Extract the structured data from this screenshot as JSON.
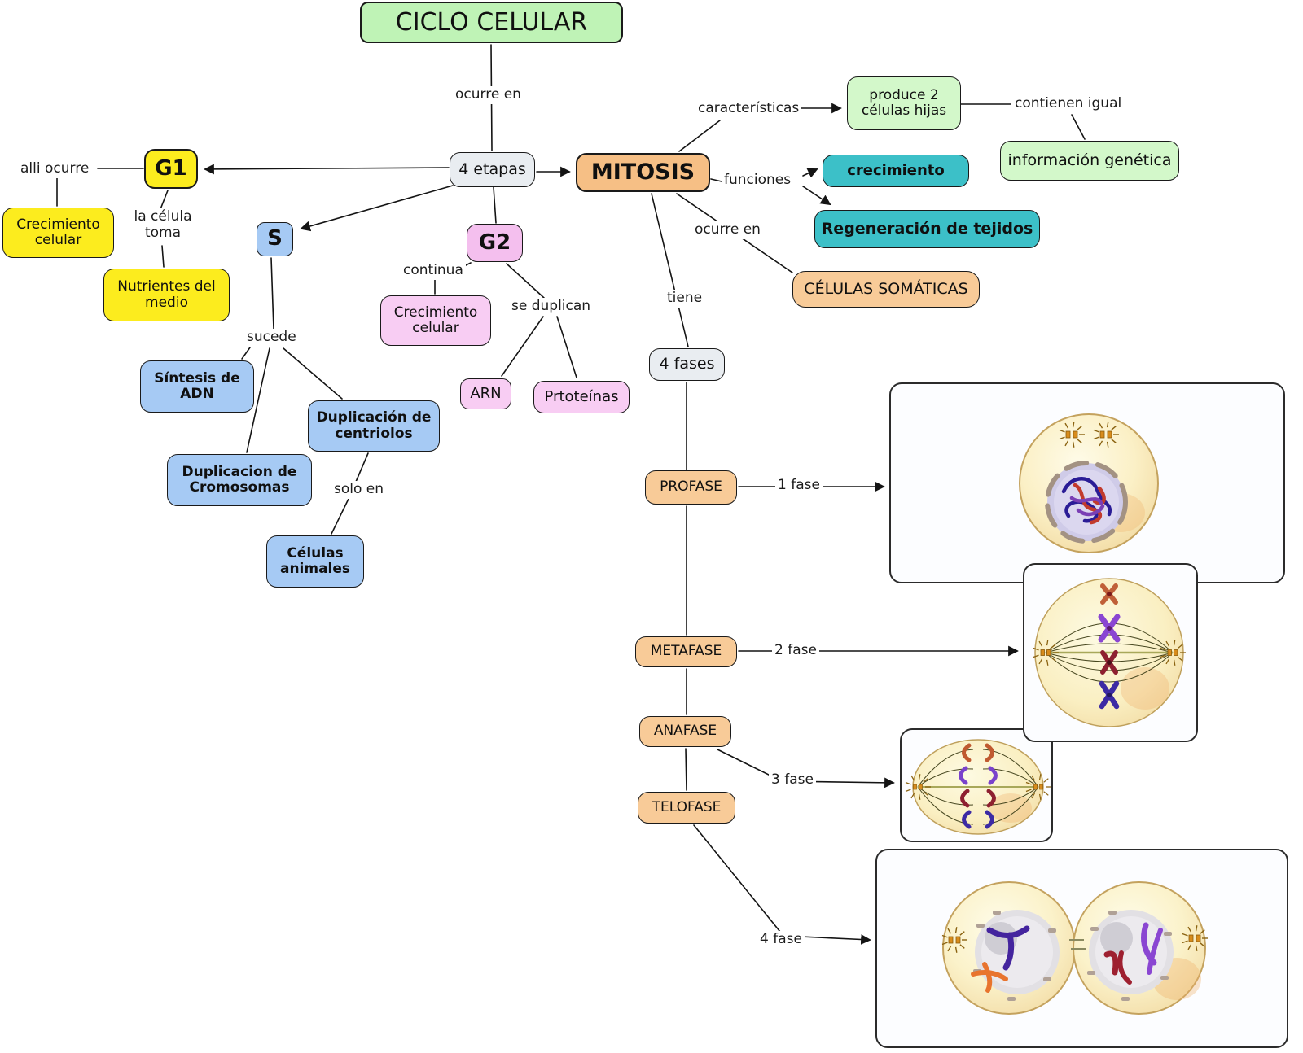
{
  "title": "CICLO CELULAR",
  "nodes": {
    "ciclo_celular": "CICLO CELULAR",
    "cuatro_etapas": "4 etapas",
    "mitosis": "MITOSIS",
    "g1": "G1",
    "s": "S",
    "g2": "G2",
    "crecimiento_celular_g1": "Crecimiento celular",
    "nutrientes_del_medio": "Nutrientes del medio",
    "sintesis_de_adn": "Síntesis de ADN",
    "duplicacion_de_centriolos": "Duplicación de centriolos",
    "duplicacion_de_cromosomas": "Duplicacion de Cromosomas",
    "celulas_animales": "Células animales",
    "crecimiento_celular_g2": "Crecimiento celular",
    "arn": "ARN",
    "prtoteinas": "Prtoteínas",
    "produce_2_celulas_hijas": "produce 2 células hijas",
    "informacion_genetica": "información genética",
    "crecimiento": "crecimiento",
    "regeneracion_de_tejidos": "Regeneración de tejidos",
    "celulas_somaticas": "CÉLULAS SOMÁTICAS",
    "cuatro_fases": "4 fases",
    "profase": "PROFASE",
    "metafase": "METAFASE",
    "anafase": "ANAFASE",
    "telofase": "TELOFASE"
  },
  "edge_labels": {
    "ocurre_en_etapas": "ocurre en",
    "alli_ocurre": "alli ocurre",
    "la_celula_toma": "la célula toma",
    "sucede": "sucede",
    "solo_en": "solo en",
    "continua": "continua",
    "se_duplican": "se duplican",
    "caracteristicas": "características",
    "contienen_igual": "contienen igual",
    "funciones": "funciones",
    "ocurre_en_somaticas": "ocurre en",
    "tiene": "tiene",
    "fase_1": "1 fase",
    "fase_2": "2 fase",
    "fase_3": "3 fase",
    "fase_4": "4 fase"
  },
  "colors": {
    "title_green": "#bff3b6",
    "light_green": "#d3f8ca",
    "yellow": "#fcec1e",
    "blue": "#a6caf4",
    "pink": "#f8cdf3",
    "teal": "#3cc0c8",
    "mitosis_orange": "#f6bf85",
    "phase_orange": "#f8cb98",
    "neutral_gray": "#e9edf1",
    "line": "#141414"
  }
}
